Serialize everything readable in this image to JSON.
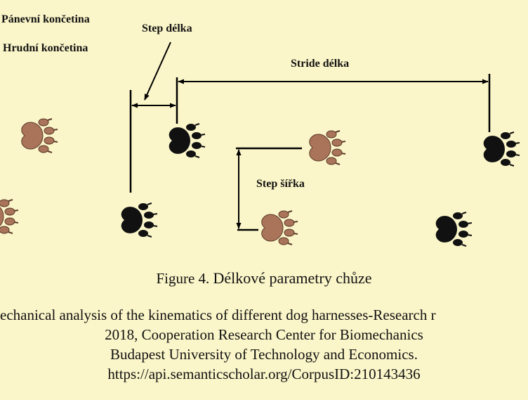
{
  "legend": {
    "hind_limb": "Pánevní končetina",
    "fore_limb": "Hrudní končetina"
  },
  "labels": {
    "step_length": "Step délka",
    "stride_length": "Stride délka",
    "step_width": "Step šířka"
  },
  "caption": {
    "figure_number": "Figure 4.",
    "title": "Délkové parametry chůze"
  },
  "source": {
    "line1": "echanical analysis of the kinematics of different dog harnesses-Research r",
    "line2": "2018, Cooperation Research Center for Biomechanics",
    "line3": "Budapest University of Technology and Economics.",
    "line4": "https://api.semanticscholar.org/CorpusID:210143436"
  },
  "colors": {
    "background": "#fbf6c9",
    "fore_paw": "#111111",
    "hind_paw": "#a9745a",
    "line": "#000000"
  }
}
